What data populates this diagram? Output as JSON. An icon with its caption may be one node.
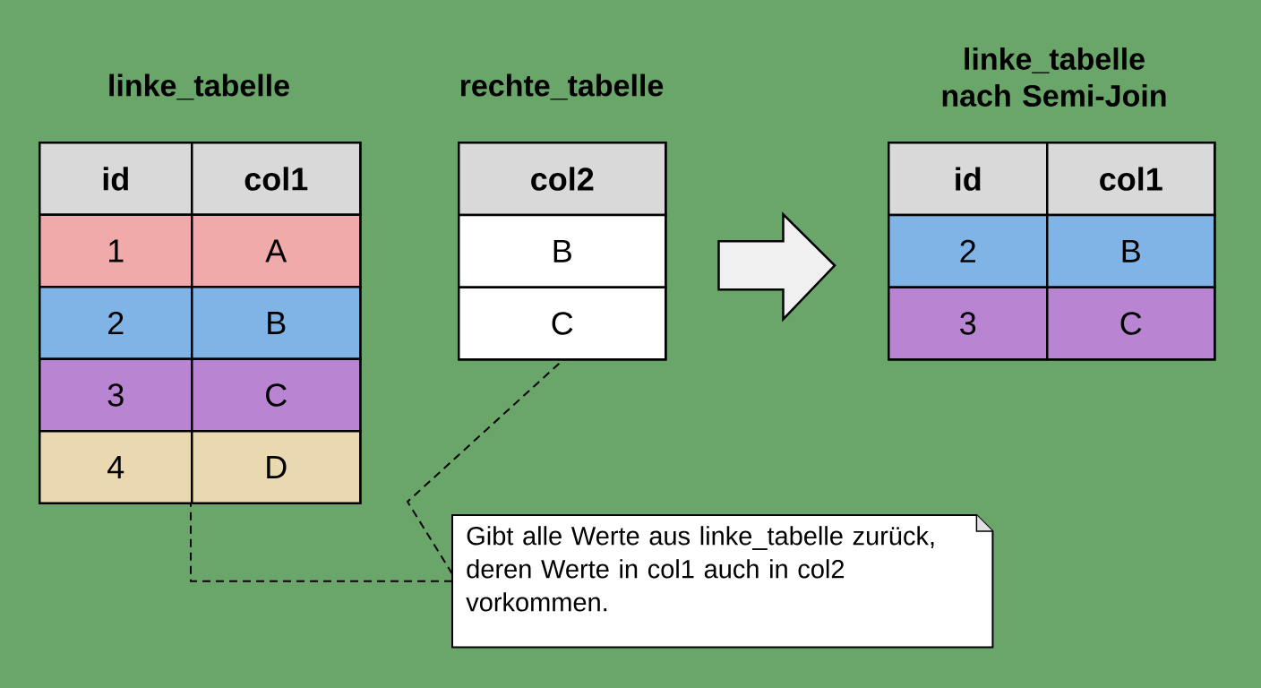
{
  "diagram": {
    "nodes": [
      {
        "text": [
          "linke_tabelle"
        ]
      },
      {
        "text": [
          "id"
        ],
        "in": 0
      },
      {
        "text": [
          "col1"
        ],
        "in": 0
      },
      {
        "text": [
          "1"
        ],
        "in": 0
      },
      {
        "text": [
          "A"
        ],
        "in": 0
      },
      {
        "text": [
          "2"
        ],
        "in": 0
      },
      {
        "text": [
          "B"
        ],
        "in": 0
      },
      {
        "text": [
          "3"
        ],
        "in": 0
      },
      {
        "text": [
          "C"
        ],
        "in": 0
      },
      {
        "text": [
          "4"
        ],
        "in": 0
      },
      {
        "text": [
          "D"
        ],
        "in": 0
      },
      {
        "text": [
          "rechte_tabelle"
        ]
      },
      {
        "text": [
          "col2"
        ],
        "in": 11
      },
      {
        "text": [
          "B"
        ],
        "in": 11
      },
      {
        "text": [
          "C"
        ],
        "in": 11
      },
      {
        "text": [
          "linke_tabelle nach Semi-Join"
        ]
      },
      {
        "text": [
          "id"
        ],
        "in": 15
      },
      {
        "text": [
          "col1"
        ],
        "in": 15
      },
      {
        "text": [
          "2"
        ],
        "in": 15
      },
      {
        "text": [
          "B"
        ],
        "in": 15
      },
      {
        "text": [
          "3"
        ],
        "in": 15
      },
      {
        "text": [
          "C"
        ],
        "in": 15
      },
      {
        "text": [
          "Gibt alle Werte aus linke_tabelle zurück, deren Werte in col1 auch in col2 vorkommen."
        ]
      }
    ],
    "edges": [
      {
        "from": 11,
        "to": 15,
        "arrow": "to"
      },
      {
        "from": 22,
        "to": 0,
        "arrow": "none",
        "style": "dashed"
      },
      {
        "from": 22,
        "to": 14,
        "arrow": "none",
        "style": "dashed"
      }
    ]
  }
}
